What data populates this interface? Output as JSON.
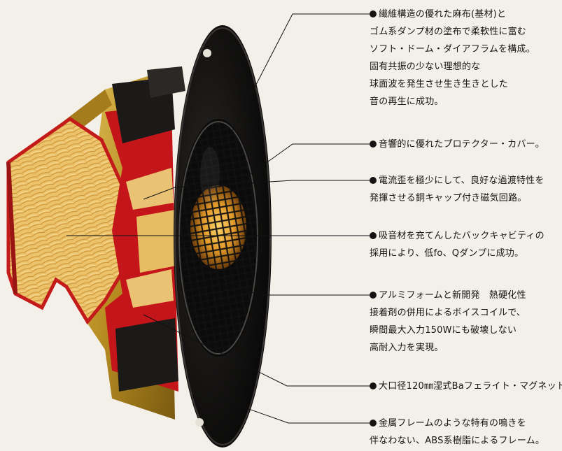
{
  "callouts": [
    {
      "id": "dome",
      "lines": [
        "繊維構造の優れた麻布(基材)と",
        "ゴム系ダンプ材の塗布で柔軟性に富む",
        "ソフト・ドーム・ダイアフラムを構成。",
        "固有共振の少ない理想的な",
        "球面波を発生させ生き生きとした",
        "音の再生に成功。"
      ]
    },
    {
      "id": "protector",
      "lines": [
        "音響的に優れたプロテクター・カバー。"
      ]
    },
    {
      "id": "magnetic-circuit",
      "lines": [
        "電流歪を極少にして、良好な過渡特性を",
        "発揮させる銅キャップ付き磁気回路。"
      ]
    },
    {
      "id": "back-cavity",
      "lines": [
        "吸音材を充てんしたバックキャビティの",
        "採用により、低fo、Qダンプに成功。"
      ]
    },
    {
      "id": "voice-coil",
      "lines": [
        "アルミフォームと新開発　熱硬化性",
        "接着剤の併用によるボイスコイルで、",
        "瞬間最大入力150Wにも破壊しない",
        "高耐入力を実現。"
      ]
    },
    {
      "id": "magnet",
      "lines": [
        "大口径120㎜湿式Baフェライト・マグネット。"
      ]
    },
    {
      "id": "frame",
      "lines": [
        "金属フレームのような特有の鳴きを",
        "伴なわない、ABS系樹脂によるフレーム。"
      ]
    }
  ],
  "colors": {
    "background": "#f3f0ea",
    "frame": "#0e0d0c",
    "magnet": "#1c1a18",
    "yoke-red": "#c4151b",
    "absorber": "#e8b95a",
    "gold": "#c39a2e",
    "leader": "#111111"
  }
}
